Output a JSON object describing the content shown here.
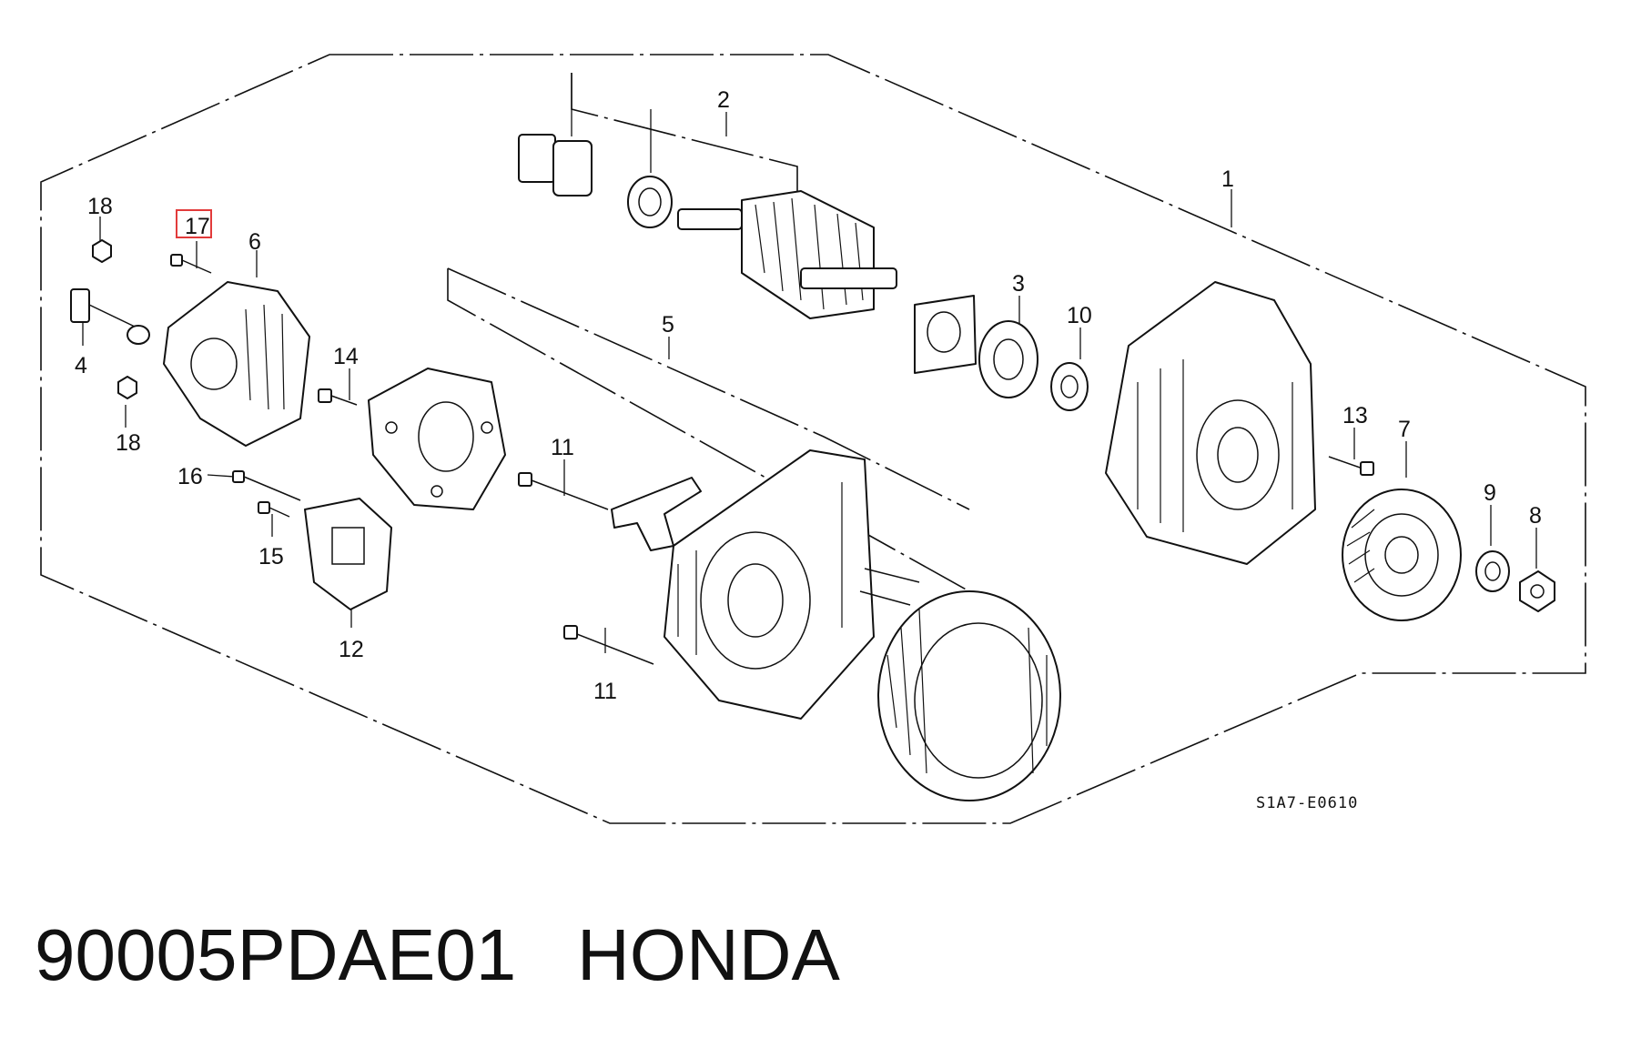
{
  "diagram": {
    "reference_code": "S1A7-E0610",
    "highlighted_callout": "17",
    "callouts": [
      {
        "id": "c1",
        "label": "1"
      },
      {
        "id": "c2",
        "label": "2"
      },
      {
        "id": "c3",
        "label": "3"
      },
      {
        "id": "c4",
        "label": "4"
      },
      {
        "id": "c5",
        "label": "5"
      },
      {
        "id": "c6",
        "label": "6"
      },
      {
        "id": "c7",
        "label": "7"
      },
      {
        "id": "c8",
        "label": "8"
      },
      {
        "id": "c9",
        "label": "9"
      },
      {
        "id": "c10",
        "label": "10"
      },
      {
        "id": "c11a",
        "label": "11"
      },
      {
        "id": "c11b",
        "label": "11"
      },
      {
        "id": "c12",
        "label": "12"
      },
      {
        "id": "c13",
        "label": "13"
      },
      {
        "id": "c14",
        "label": "14"
      },
      {
        "id": "c15",
        "label": "15"
      },
      {
        "id": "c16",
        "label": "16"
      },
      {
        "id": "c17",
        "label": "17"
      },
      {
        "id": "c18a",
        "label": "18"
      },
      {
        "id": "c18b",
        "label": "18"
      }
    ]
  },
  "footer": {
    "part_number": "90005PDAE01",
    "brand": "HONDA",
    "text": "90005PDAE01   HONDA"
  },
  "colors": {
    "highlight": "#e23b3b",
    "line": "#111111",
    "background": "#ffffff"
  }
}
